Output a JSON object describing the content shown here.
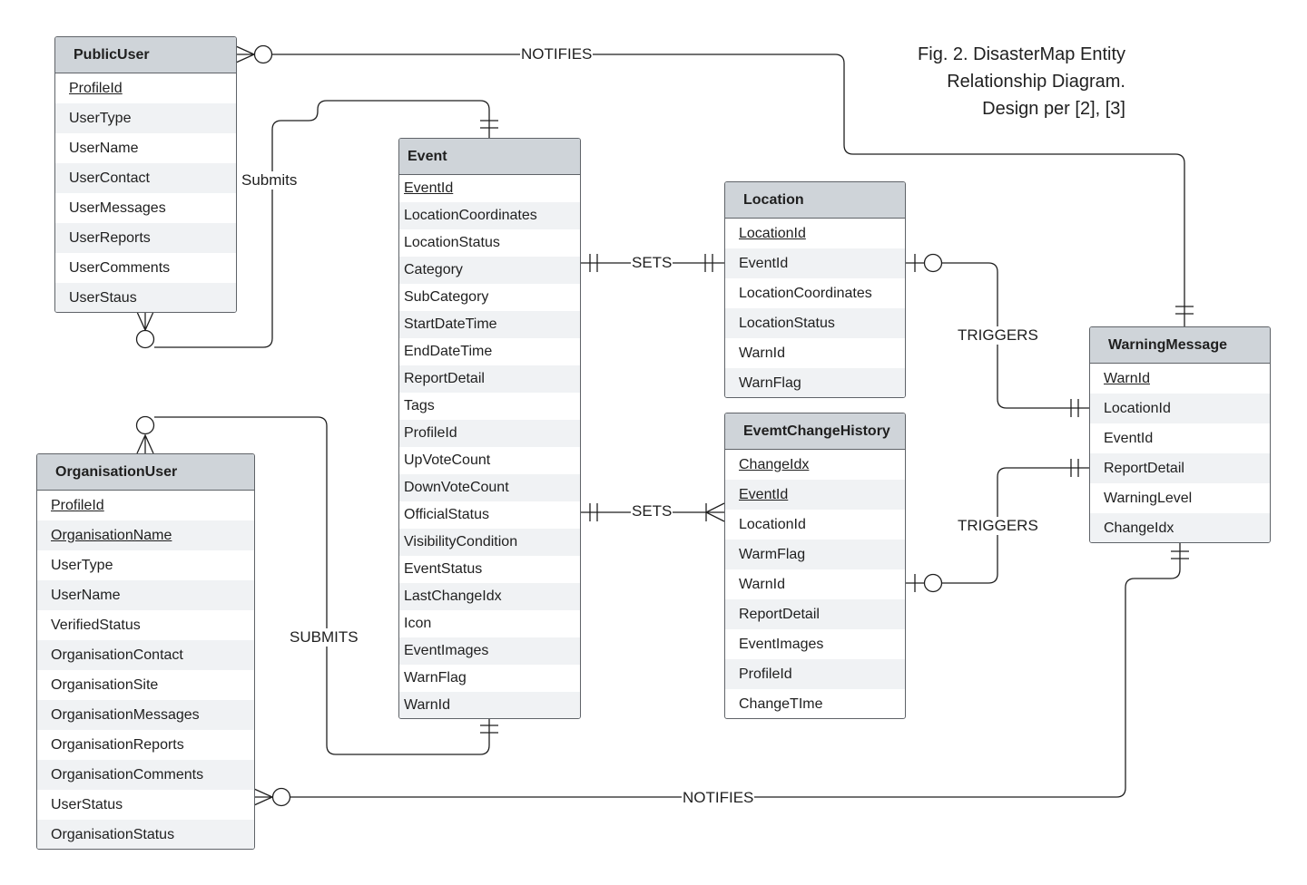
{
  "caption": {
    "lines": [
      "Fig. 2. DisasterMap Entity",
      "Relationship Diagram.",
      "Design per [2], [3]"
    ]
  },
  "entities": {
    "public_user": {
      "name": "PublicUser",
      "attributes": [
        {
          "name": "ProfileId",
          "pk": true
        },
        {
          "name": "UserType"
        },
        {
          "name": "UserName"
        },
        {
          "name": "UserContact"
        },
        {
          "name": "UserMessages"
        },
        {
          "name": "UserReports"
        },
        {
          "name": "UserComments"
        },
        {
          "name": "UserStaus"
        }
      ]
    },
    "event": {
      "name": "Event",
      "attributes": [
        {
          "name": "EventId",
          "pk": true
        },
        {
          "name": "LocationCoordinates"
        },
        {
          "name": "LocationStatus"
        },
        {
          "name": "Category"
        },
        {
          "name": "SubCategory"
        },
        {
          "name": "StartDateTime"
        },
        {
          "name": "EndDateTime"
        },
        {
          "name": "ReportDetail"
        },
        {
          "name": "Tags"
        },
        {
          "name": "ProfileId"
        },
        {
          "name": "UpVoteCount"
        },
        {
          "name": "DownVoteCount"
        },
        {
          "name": "OfficialStatus"
        },
        {
          "name": "VisibilityCondition"
        },
        {
          "name": "EventStatus"
        },
        {
          "name": "LastChangeIdx"
        },
        {
          "name": "Icon"
        },
        {
          "name": "EventImages"
        },
        {
          "name": "WarnFlag"
        },
        {
          "name": "WarnId"
        }
      ]
    },
    "location": {
      "name": "Location",
      "attributes": [
        {
          "name": "LocationId",
          "pk": true
        },
        {
          "name": "EventId"
        },
        {
          "name": "LocationCoordinates"
        },
        {
          "name": "LocationStatus"
        },
        {
          "name": "WarnId"
        },
        {
          "name": "WarnFlag"
        }
      ]
    },
    "event_change_history": {
      "name": "EvemtChangeHistory",
      "attributes": [
        {
          "name": "ChangeIdx",
          "pk": true
        },
        {
          "name": "EventId",
          "pk": true
        },
        {
          "name": "LocationId"
        },
        {
          "name": "WarmFlag"
        },
        {
          "name": "WarnId"
        },
        {
          "name": "ReportDetail"
        },
        {
          "name": "EventImages"
        },
        {
          "name": "ProfileId"
        },
        {
          "name": "ChangeTIme"
        }
      ]
    },
    "warning_message": {
      "name": "WarningMessage",
      "attributes": [
        {
          "name": "WarnId",
          "pk": true
        },
        {
          "name": "LocationId"
        },
        {
          "name": "EventId"
        },
        {
          "name": "ReportDetail"
        },
        {
          "name": "WarningLevel"
        },
        {
          "name": "ChangeIdx"
        }
      ]
    },
    "organisation_user": {
      "name": "OrganisationUser",
      "attributes": [
        {
          "name": "ProfileId",
          "pk": true
        },
        {
          "name": "OrganisationName",
          "pk": true
        },
        {
          "name": "UserType"
        },
        {
          "name": "UserName"
        },
        {
          "name": "VerifiedStatus"
        },
        {
          "name": "OrganisationContact"
        },
        {
          "name": "OrganisationSite"
        },
        {
          "name": "OrganisationMessages"
        },
        {
          "name": "OrganisationReports"
        },
        {
          "name": "OrganisationComments"
        },
        {
          "name": "UserStatus"
        },
        {
          "name": "OrganisationStatus"
        }
      ]
    }
  },
  "relationships": {
    "notifies_public": {
      "label": "NOTIFIES",
      "from": "WarningMessage",
      "to": "PublicUser"
    },
    "submits_public": {
      "label": "Submits",
      "from": "PublicUser",
      "to": "Event"
    },
    "sets_location": {
      "label": "SETS",
      "from": "Event",
      "to": "Location"
    },
    "sets_history": {
      "label": "SETS",
      "from": "Event",
      "to": "EvemtChangeHistory"
    },
    "triggers_location": {
      "label": "TRIGGERS",
      "from": "Location",
      "to": "WarningMessage"
    },
    "triggers_history": {
      "label": "TRIGGERS",
      "from": "EvemtChangeHistory",
      "to": "WarningMessage"
    },
    "submits_org": {
      "label": "SUBMITS",
      "from": "OrganisationUser",
      "to": "Event"
    },
    "notifies_org": {
      "label": "NOTIFIES",
      "from": "WarningMessage",
      "to": "OrganisationUser"
    }
  },
  "colors": {
    "line": "#1f1f1f",
    "header_bg": "#cfd4d9",
    "alt_row": "#f0f2f4",
    "border": "#5f6368"
  }
}
